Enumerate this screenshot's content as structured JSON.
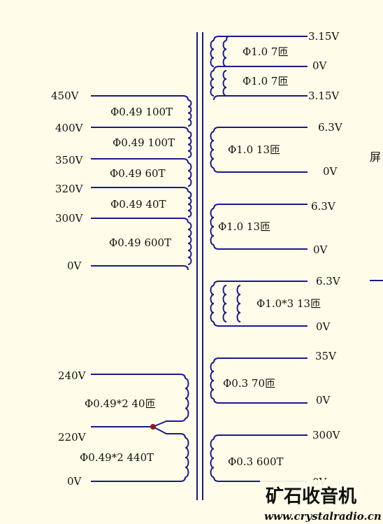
{
  "primary": {
    "taps": [
      "450V",
      "400V",
      "350V",
      "320V",
      "300V",
      "0V"
    ],
    "windings": [
      "Φ0.49  100T",
      "Φ0.49  100T",
      "Φ0.49  60T",
      "Φ0.49  40T",
      "Φ0.49  600T"
    ]
  },
  "mains": {
    "taps": [
      "240V",
      "220V",
      "0V"
    ],
    "windings": [
      "Φ0.49*2    40匝",
      "Φ0.49*2    440T"
    ]
  },
  "secondary": [
    {
      "top": "3.15V",
      "mid": "0V",
      "bottom": "3.15V",
      "w1": "Φ1.0  7匝",
      "w2": "Φ1.0  7匝"
    },
    {
      "top": "6.3V",
      "bottom": "0V",
      "winding": "Φ1.0 13匝"
    },
    {
      "top": "6.3V",
      "bottom": "0V",
      "winding": "Φ1.0 13匝"
    },
    {
      "top": "6.3V",
      "bottom": "0V",
      "winding": "Φ1.0*3  13匝"
    },
    {
      "top": "35V",
      "bottom": "0V",
      "winding": "Φ0.3    70匝"
    },
    {
      "top": "300V",
      "bottom": "0V",
      "winding": "Φ0.3  600T"
    }
  ],
  "side_label": "屏",
  "colors": {
    "wire": "#1a1a8c",
    "junction": "#8b1a1a",
    "watermark": "#1b4fb0"
  },
  "watermark": {
    "cn": "矿石收音机",
    "url": "www.crystalradio.cn"
  }
}
